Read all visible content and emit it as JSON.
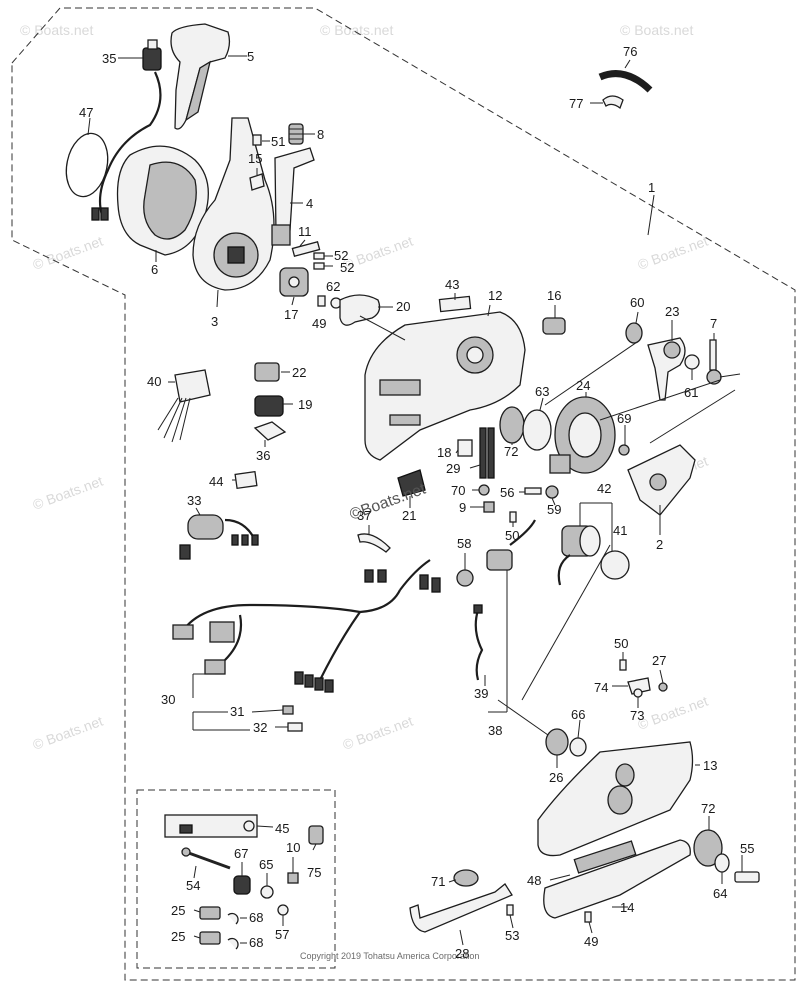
{
  "watermark": "© Boats.net",
  "center_watermark": "©Boats.net",
  "copyright": "Copyright 2019 Tohatsu America Corporation",
  "callouts": {
    "c1": "1",
    "c2": "2",
    "c3": "3",
    "c4": "4",
    "c5": "5",
    "c6": "6",
    "c7": "7",
    "c8": "8",
    "c9": "9",
    "c10": "10",
    "c11": "11",
    "c12": "12",
    "c13": "13",
    "c14": "14",
    "c15": "15",
    "c16": "16",
    "c17": "17",
    "c18": "18",
    "c19": "19",
    "c20": "20",
    "c21": "21",
    "c22": "22",
    "c23": "23",
    "c24": "24",
    "c25a": "25",
    "c25b": "25",
    "c26": "26",
    "c27": "27",
    "c28": "28",
    "c29": "29",
    "c30": "30",
    "c31": "31",
    "c32": "32",
    "c33": "33",
    "c35": "35",
    "c36": "36",
    "c37": "37",
    "c38": "38",
    "c39": "39",
    "c40": "40",
    "c41": "41",
    "c42": "42",
    "c43": "43",
    "c44": "44",
    "c45": "45",
    "c47": "47",
    "c48": "48",
    "c49a": "49",
    "c49b": "49",
    "c50a": "50",
    "c50b": "50",
    "c51": "51",
    "c52a": "52",
    "c52b": "52",
    "c53": "53",
    "c54": "54",
    "c55": "55",
    "c56": "56",
    "c57": "57",
    "c58": "58",
    "c59": "59",
    "c60": "60",
    "c61": "61",
    "c62": "62",
    "c63": "63",
    "c64": "64",
    "c65": "65",
    "c66": "66",
    "c67": "67",
    "c68a": "68",
    "c68b": "68",
    "c69": "69",
    "c70": "70",
    "c71": "71",
    "c72a": "72",
    "c72b": "72",
    "c73": "73",
    "c74": "74",
    "c75": "75",
    "c76": "76",
    "c77": "77"
  }
}
